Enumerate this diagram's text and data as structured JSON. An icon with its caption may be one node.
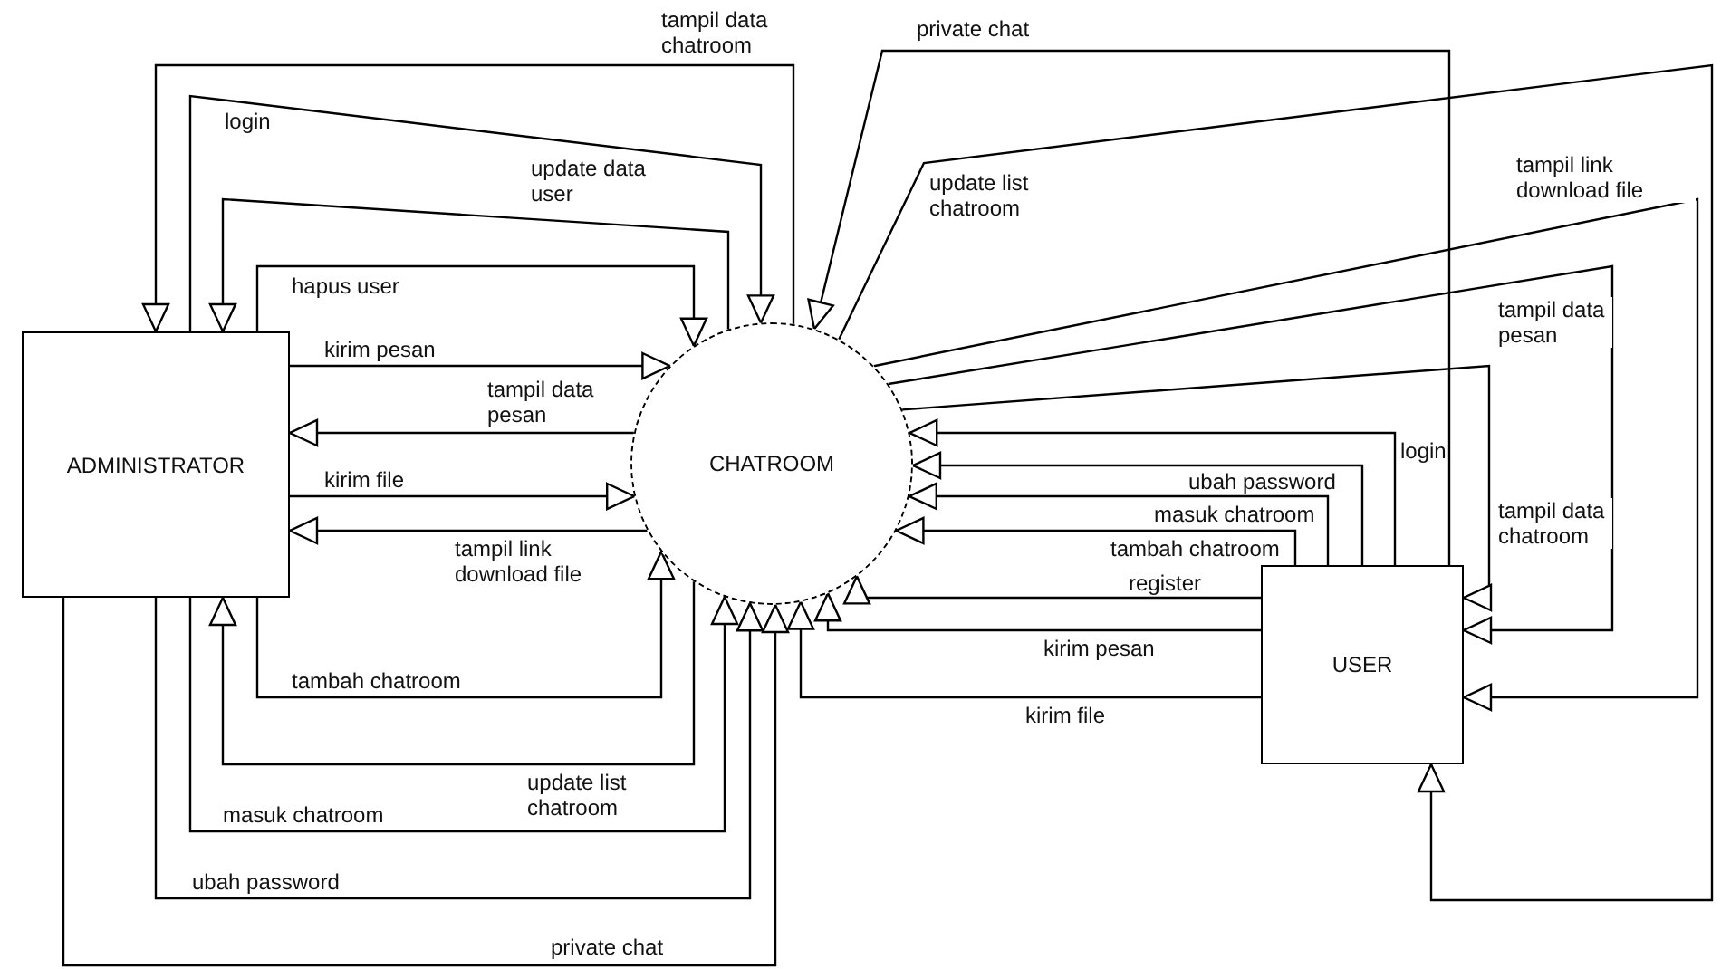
{
  "diagram": {
    "nodes": [
      {
        "text": [
          "ADMINISTRATOR"
        ]
      },
      {
        "text": [
          "CHATROOM"
        ]
      },
      {
        "text": [
          "USER"
        ]
      }
    ],
    "edges": [
      {
        "from": 1,
        "to": 0,
        "arrow": "to",
        "label": "tampil data chatroom"
      },
      {
        "from": 0,
        "to": 1,
        "arrow": "to",
        "label": "login"
      },
      {
        "from": 1,
        "to": 0,
        "arrow": "to",
        "label": "update data user"
      },
      {
        "from": 0,
        "to": 1,
        "arrow": "to",
        "label": "hapus user"
      },
      {
        "from": 0,
        "to": 1,
        "arrow": "to",
        "label": "kirim pesan"
      },
      {
        "from": 1,
        "to": 0,
        "arrow": "to",
        "label": "tampil data pesan"
      },
      {
        "from": 0,
        "to": 1,
        "arrow": "to",
        "label": "kirim file"
      },
      {
        "from": 1,
        "to": 0,
        "arrow": "to",
        "label": "tampil link download file"
      },
      {
        "from": 0,
        "to": 1,
        "arrow": "to",
        "label": "tambah chatroom"
      },
      {
        "from": 1,
        "to": 0,
        "arrow": "to",
        "label": "update list chatroom"
      },
      {
        "from": 0,
        "to": 1,
        "arrow": "to",
        "label": "masuk chatroom"
      },
      {
        "from": 0,
        "to": 1,
        "arrow": "to",
        "label": "ubah password"
      },
      {
        "from": 0,
        "to": 1,
        "arrow": "to",
        "label": "private chat"
      },
      {
        "from": 2,
        "to": 1,
        "arrow": "to",
        "label": "private chat"
      },
      {
        "from": 1,
        "to": 2,
        "arrow": "to",
        "label": "update list chatroom"
      },
      {
        "from": 1,
        "to": 2,
        "arrow": "to",
        "label": "tampil link download file"
      },
      {
        "from": 1,
        "to": 2,
        "arrow": "to",
        "label": "tampil data pesan"
      },
      {
        "from": 1,
        "to": 2,
        "arrow": "to",
        "label": "tampil data chatroom"
      },
      {
        "from": 2,
        "to": 1,
        "arrow": "to",
        "label": "login"
      },
      {
        "from": 2,
        "to": 1,
        "arrow": "to",
        "label": "ubah password"
      },
      {
        "from": 2,
        "to": 1,
        "arrow": "to",
        "label": "masuk chatroom"
      },
      {
        "from": 2,
        "to": 1,
        "arrow": "to",
        "label": "tambah chatroom"
      },
      {
        "from": 2,
        "to": 1,
        "arrow": "to",
        "label": "register"
      },
      {
        "from": 2,
        "to": 1,
        "arrow": "to",
        "label": "kirim pesan"
      },
      {
        "from": 2,
        "to": 1,
        "arrow": "to",
        "label": "kirim file"
      }
    ]
  }
}
